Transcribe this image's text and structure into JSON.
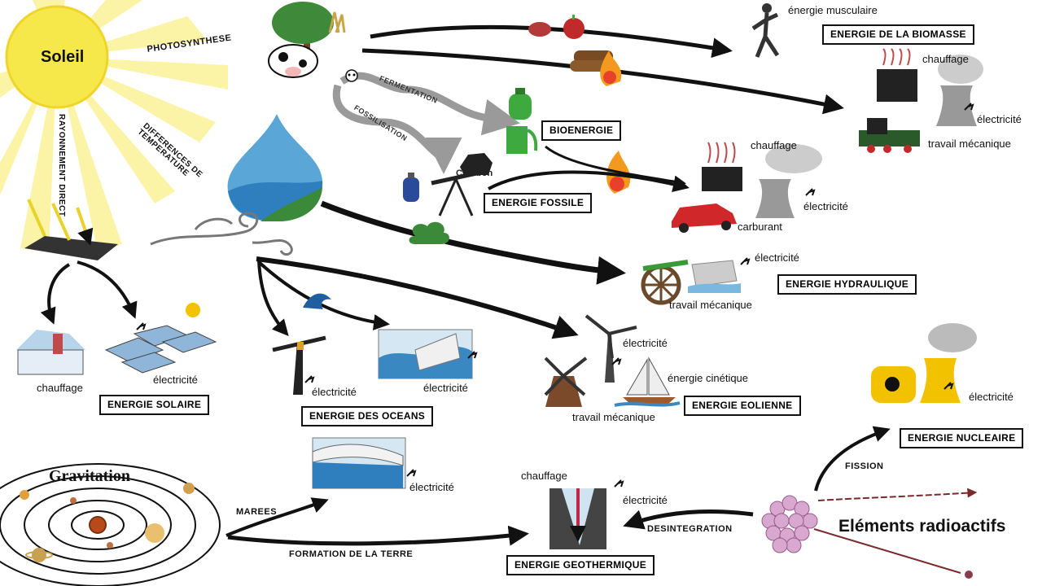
{
  "sources": {
    "sun": "Soleil",
    "gravity": "Gravitation",
    "radioactive": "Eléments radioactifs"
  },
  "processes": {
    "photosynthesis": "PHOTOSYNTHESE",
    "direct_radiation": "RAYONNEMENT DIRECT",
    "temperature_diff": "DIFFERENCES DE TEMPERATURE",
    "fermentation": "FERMENTATION",
    "fossilisation": "FOSSILISATION",
    "tides": "MAREES",
    "earth_formation": "FORMATION DE LA TERRE",
    "disintegration": "DESINTEGRATION",
    "fission": "FISSION"
  },
  "energies": {
    "biomass": "ENERGIE DE LA BIOMASSE",
    "bioenergy": "BIOENERGIE",
    "fossil": "ENERGIE FOSSILE",
    "hydraulic": "ENERGIE HYDRAULIQUE",
    "solar": "ENERGIE SOLAIRE",
    "oceans": "ENERGIE DES OCEANS",
    "wind": "ENERGIE EOLIENNE",
    "nuclear": "ENERGIE NUCLEAIRE",
    "geothermal": "ENERGIE GEOTHERMIQUE"
  },
  "uses": {
    "muscular": "énergie musculaire",
    "heating": "chauffage",
    "electricity": "électricité",
    "mechanical": "travail mécanique",
    "fuel": "carburant",
    "kinetic": "énergie cinétique",
    "coal": "Charbon"
  },
  "colors": {
    "sun": "#f6e84a",
    "sun_rays": "#fbf3a6",
    "water": "#5aa6d6",
    "arrow": "#111111",
    "process_arrow": "#9a9a9a",
    "flame": "#f39a1e",
    "green": "#3f9a3f",
    "nuclear_yellow": "#f2c200"
  },
  "icons": [
    "sun-icon",
    "tree-icon",
    "cow-icon",
    "water-drop-icon",
    "wind-swirl-icon",
    "solar-panel-icon",
    "house-icon",
    "wave-icon",
    "tide-turbine-icon",
    "dam-icon",
    "waterwheel-icon",
    "wind-turbine-icon",
    "windmill-icon",
    "sailboat-icon",
    "radiator-icon",
    "cooling-tower-icon",
    "plug-icon",
    "car-icon",
    "stove-icon",
    "locomotive-icon",
    "runner-icon",
    "meat-icon",
    "apple-icon",
    "log-fire-icon",
    "flame-icon",
    "gas-tank-icon",
    "fuel-pump-icon",
    "coal-icon",
    "oil-pump-icon",
    "skull-icon",
    "solar-system-icon",
    "atom-cluster-icon",
    "geothermal-well-icon",
    "nuclear-plant-icon",
    "cloud-icon"
  ]
}
